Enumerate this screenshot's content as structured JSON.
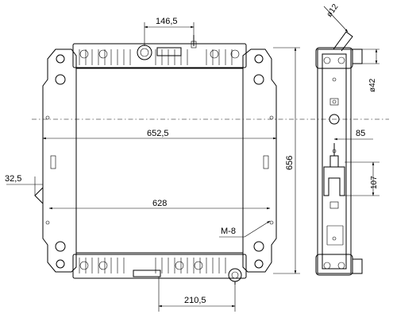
{
  "dimensions": {
    "top_offset": "146,5",
    "overall_width": "652,5",
    "core_width": "628",
    "left_offset": "32,5",
    "overall_height": "656",
    "bottom_offset": "210,5",
    "thread": "M-8",
    "inlet_small_dia": "ø12",
    "outlet_dia": "ø42",
    "depth_offset": "85",
    "bracket_height": "107"
  }
}
